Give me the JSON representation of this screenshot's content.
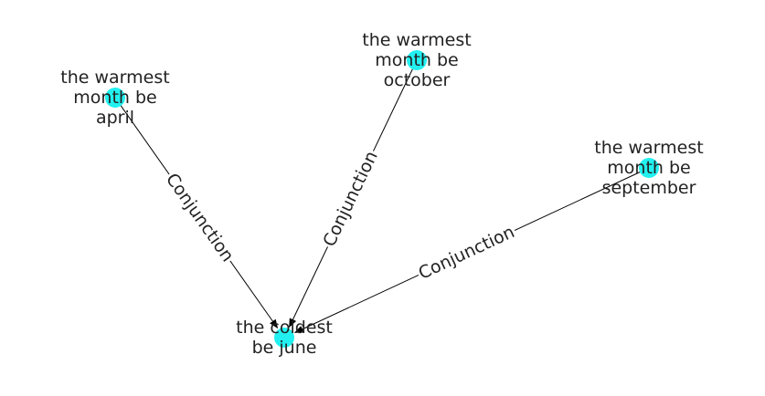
{
  "graph": {
    "node_color": "#22f0f0",
    "edge_color": "#000000",
    "text_color": "#222222",
    "nodes": [
      {
        "id": "april",
        "lines": [
          "the warmest",
          "month be",
          "april"
        ]
      },
      {
        "id": "october",
        "lines": [
          "the warmest",
          "month be",
          "october"
        ]
      },
      {
        "id": "september",
        "lines": [
          "the warmest",
          "month be",
          "september"
        ]
      },
      {
        "id": "june",
        "lines": [
          "the coldest",
          "be june"
        ]
      }
    ],
    "edges": [
      {
        "from": "april",
        "to": "june",
        "label": "Conjunction"
      },
      {
        "from": "october",
        "to": "june",
        "label": "Conjunction"
      },
      {
        "from": "september",
        "to": "june",
        "label": "Conjunction"
      }
    ]
  }
}
